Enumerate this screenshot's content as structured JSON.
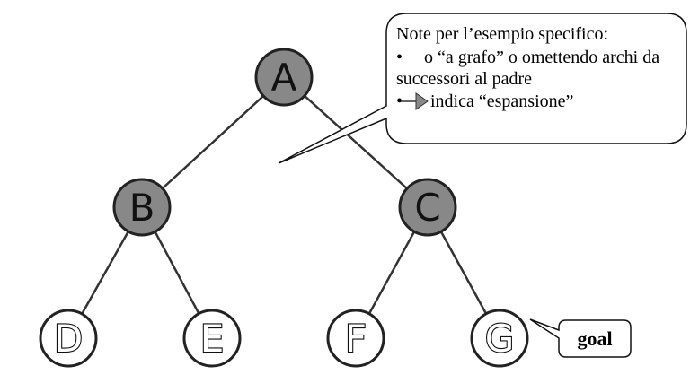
{
  "tree": {
    "nodes": [
      {
        "id": "A",
        "label": "A",
        "expanded": true
      },
      {
        "id": "B",
        "label": "B",
        "expanded": true
      },
      {
        "id": "C",
        "label": "C",
        "expanded": true
      },
      {
        "id": "D",
        "label": "D",
        "expanded": false
      },
      {
        "id": "E",
        "label": "E",
        "expanded": false
      },
      {
        "id": "F",
        "label": "F",
        "expanded": false
      },
      {
        "id": "G",
        "label": "G",
        "expanded": false
      }
    ],
    "edges": [
      [
        "A",
        "B"
      ],
      [
        "A",
        "C"
      ],
      [
        "B",
        "D"
      ],
      [
        "B",
        "E"
      ],
      [
        "C",
        "F"
      ],
      [
        "C",
        "G"
      ]
    ],
    "expanded_color": "#888888",
    "open_color": "#ffffff"
  },
  "note": {
    "title": "Note per l’esempio specifico:",
    "bullet1_line1": "o “a grafo” o omettendo archi da",
    "bullet1_line2": "successori al padre",
    "bullet2": "indica “espansione”",
    "bullet_char": "•"
  },
  "goal": {
    "label": "goal"
  }
}
